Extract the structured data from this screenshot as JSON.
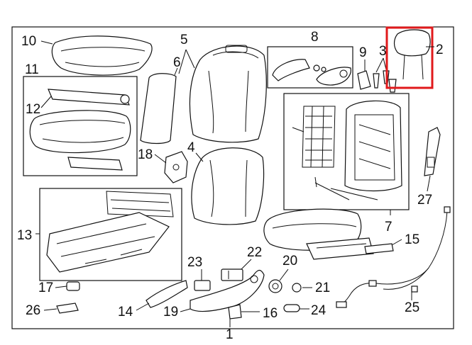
{
  "diagram": {
    "highlight_color": "#e0191b",
    "callouts": {
      "c1": "1",
      "c2": "2",
      "c3": "3",
      "c4": "4",
      "c5": "5",
      "c6": "6",
      "c7": "7",
      "c8": "8",
      "c9": "9",
      "c10": "10",
      "c11": "11",
      "c12": "12",
      "c13": "13",
      "c14": "14",
      "c15": "15",
      "c16": "16",
      "c17": "17",
      "c18": "18",
      "c19": "19",
      "c20": "20",
      "c21": "21",
      "c22": "22",
      "c23": "23",
      "c24": "24",
      "c25": "25",
      "c26": "26",
      "c27": "27"
    }
  }
}
